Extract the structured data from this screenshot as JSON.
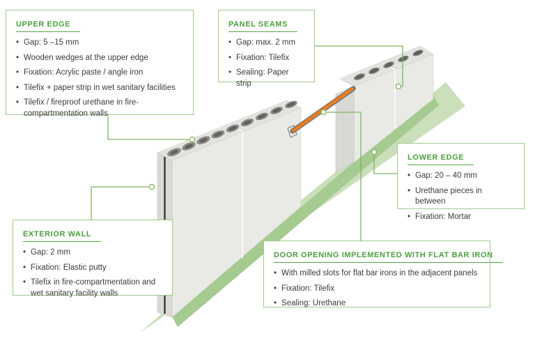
{
  "callouts": {
    "upper_edge": {
      "title": "UPPER EDGE",
      "items": [
        "Gap: 5 –15 mm",
        "Wooden wedges at the upper edge",
        "Fixation: Acrylic paste / angle iron",
        "Tilefix + paper strip in wet sanitary facilities",
        "Tilefix / fireproof urethane in fire-compartmentation walls"
      ]
    },
    "panel_seams": {
      "title": "PANEL SEAMS",
      "items": [
        "Gap: max. 2 mm",
        "Fixation: Tilefix",
        "Sealing: Paper strip"
      ]
    },
    "lower_edge": {
      "title": "LOWER EDGE",
      "items": [
        "Gap: 20 – 40 mm",
        "Urethane pieces in between",
        "Fixation: Mortar"
      ]
    },
    "exterior_wall": {
      "title": "EXTERIOR WALL",
      "items": [
        "Gap: 2 mm",
        "Fixation: Elastic putty",
        "Tilefix in fire-compartmentation and wet sanitary facility walls"
      ]
    },
    "door_opening": {
      "title": "DOOR OPENING IMPLEMENTED WITH FLAT BAR IRON",
      "items": [
        "With milled slots for flat bar irons in the adjacent panels",
        "Fixation: Tilefix",
        "Sealing: Urethane"
      ]
    }
  },
  "bullet_glyph": "•",
  "colors": {
    "accent_green": "#4ba03e",
    "box_border_green": "#9dca87",
    "leader_green": "#7db55e",
    "base_green": "#cbdfba",
    "base_stripe_green": "#a5cb90",
    "flat_bar_orange": "#ef7d1a",
    "text": "#3b3b3a"
  }
}
